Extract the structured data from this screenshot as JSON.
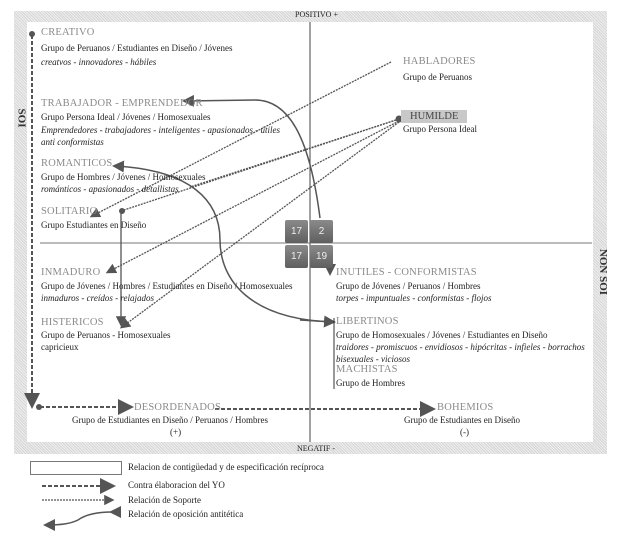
{
  "axes": {
    "top": "POSITIVO +",
    "bottom": "NEGATIF -",
    "left": "SOI",
    "right": "NON SOI"
  },
  "categories": {
    "creativo": {
      "title": "CREATIVO",
      "group": "Grupo de Peruanos / Estudiantes en Diseño / Jóvenes",
      "traits": "creatvos - innovadores - hábiles"
    },
    "trabajador": {
      "title": "TRABAJADOR - EMPRENDEDOR",
      "group": "Grupo Persona Ideal / Jóvenes / Homosexuales",
      "traits": "Emprendedores - trabajadores - inteligentes - apasionados - útiles",
      "traits2": "anti conformistas"
    },
    "romanticos": {
      "title": "ROMANTICOS",
      "group": "Grupo de Hombres / Jóvenes / Homosexuales",
      "traits": "románticos - apasionados - detallistas"
    },
    "solitario": {
      "title": "SOLITARIO",
      "group": "Grupo Estudiantes en Diseño"
    },
    "inmaduro": {
      "title": "INMADURO",
      "group": "Grupo de Jóvenes / Hombres / Estudiantes en Diseño / Homosexuales",
      "traits": "inmaduros - creídos - relajados"
    },
    "histericos": {
      "title": "HISTERICOS",
      "group": "Grupo de Peruanos - Homosexuales",
      "traits": "capricieux"
    },
    "desordenados": {
      "title": "DESORDENADOS",
      "group": "Grupo de Estudiantes en Diseño / Peruanos / Hombres",
      "sign": "(+)"
    },
    "habladores": {
      "title": "HABLADORES",
      "group": "Grupo de Peruanos"
    },
    "humilde": {
      "title": "HUMILDE",
      "group": "Grupo Persona Ideal"
    },
    "inutiles": {
      "title": "INUTILES - CONFORMISTAS",
      "group": "Grupo de Jóvenes / Peruanos / Hombres",
      "traits": "torpes - impuntuales - conformistas - flojos"
    },
    "libertinos": {
      "title": "LIBERTINOS",
      "group": "Grupo de Homosexuales / Jóvenes / Estudiantes en Diseño",
      "traits": "traidores - promiscuos - envidiosos - hipócritas - infieles - borrachos",
      "traits2": "bisexuales - viciosos"
    },
    "machistas": {
      "title": "MACHISTAS",
      "group": "Grupo de Hombres"
    },
    "bohemios": {
      "title": "BOHEMIOS",
      "group": "Grupo de Estudiantes en Diseño",
      "sign": "(-)"
    }
  },
  "quadrant_counts": [
    "17",
    "2",
    "17",
    "19"
  ],
  "legend": [
    "Relacion de contigüedad y de especificación recíproca",
    "Contra élaboracion del YO",
    "Relación de Soporte",
    "Relación de oposición antitética"
  ],
  "colors": {
    "line": "#555555",
    "frame": "#dcdcdc",
    "badge": "#6f6f6f"
  }
}
